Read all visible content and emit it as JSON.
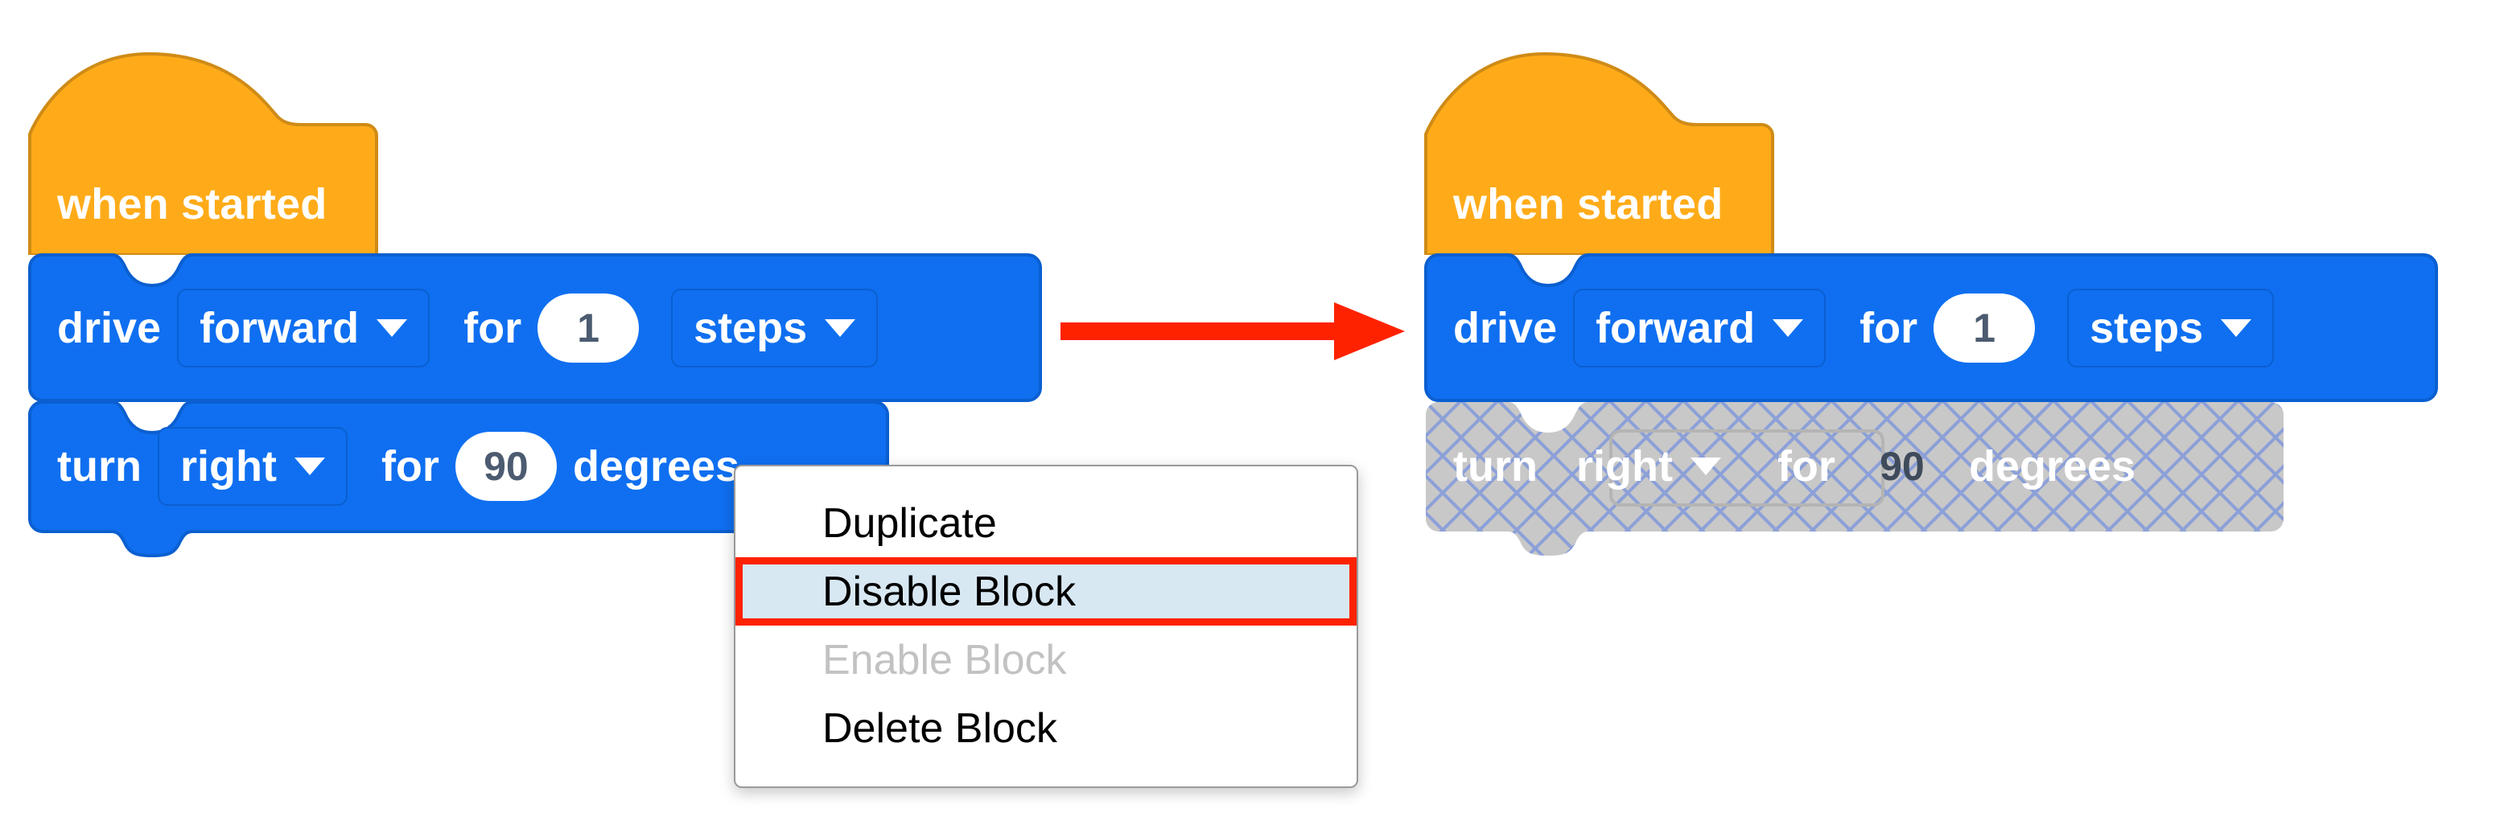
{
  "colors": {
    "hat_fill": "#FFAB19",
    "hat_stroke": "#CF8B17",
    "block_fill": "#0F6FF0",
    "block_stroke": "#0B5FD0",
    "field_fill": "#0F6FF0",
    "number_fill": "#FFFFFF",
    "number_text": "#4C5B70",
    "disabled_fill": "#C8C8C8",
    "disabled_hatch": "#8CA0D8",
    "arrow": "#FF2200",
    "menu_highlight_bg": "#D8E8F3",
    "menu_highlight_border": "#FF2200",
    "menu_disabled_text": "#C2C2C2"
  },
  "before": {
    "hat": {
      "label": "when started"
    },
    "drive": {
      "verb": "drive",
      "direction": "forward",
      "for": "for",
      "amount": "1",
      "unit": "steps",
      "dropdown_icon": "chevron-down-icon"
    },
    "turn": {
      "verb": "turn",
      "direction": "right",
      "for": "for",
      "amount": "90",
      "unit": "degrees",
      "dropdown_icon": "chevron-down-icon"
    }
  },
  "context_menu": {
    "items": [
      {
        "label": "Duplicate",
        "state": "normal"
      },
      {
        "label": "Disable Block",
        "state": "highlighted"
      },
      {
        "label": "Enable Block",
        "state": "disabled"
      },
      {
        "label": "Delete Block",
        "state": "normal"
      }
    ]
  },
  "arrow": {
    "icon": "right-arrow-icon",
    "direction": "right"
  },
  "after": {
    "hat": {
      "label": "when started"
    },
    "drive": {
      "verb": "drive",
      "direction": "forward",
      "for": "for",
      "amount": "1",
      "unit": "steps",
      "dropdown_icon": "chevron-down-icon"
    },
    "turn": {
      "verb": "turn",
      "direction": "right",
      "for": "for",
      "amount": "90",
      "unit": "degrees",
      "dropdown_icon": "chevron-down-icon",
      "disabled": true
    }
  }
}
